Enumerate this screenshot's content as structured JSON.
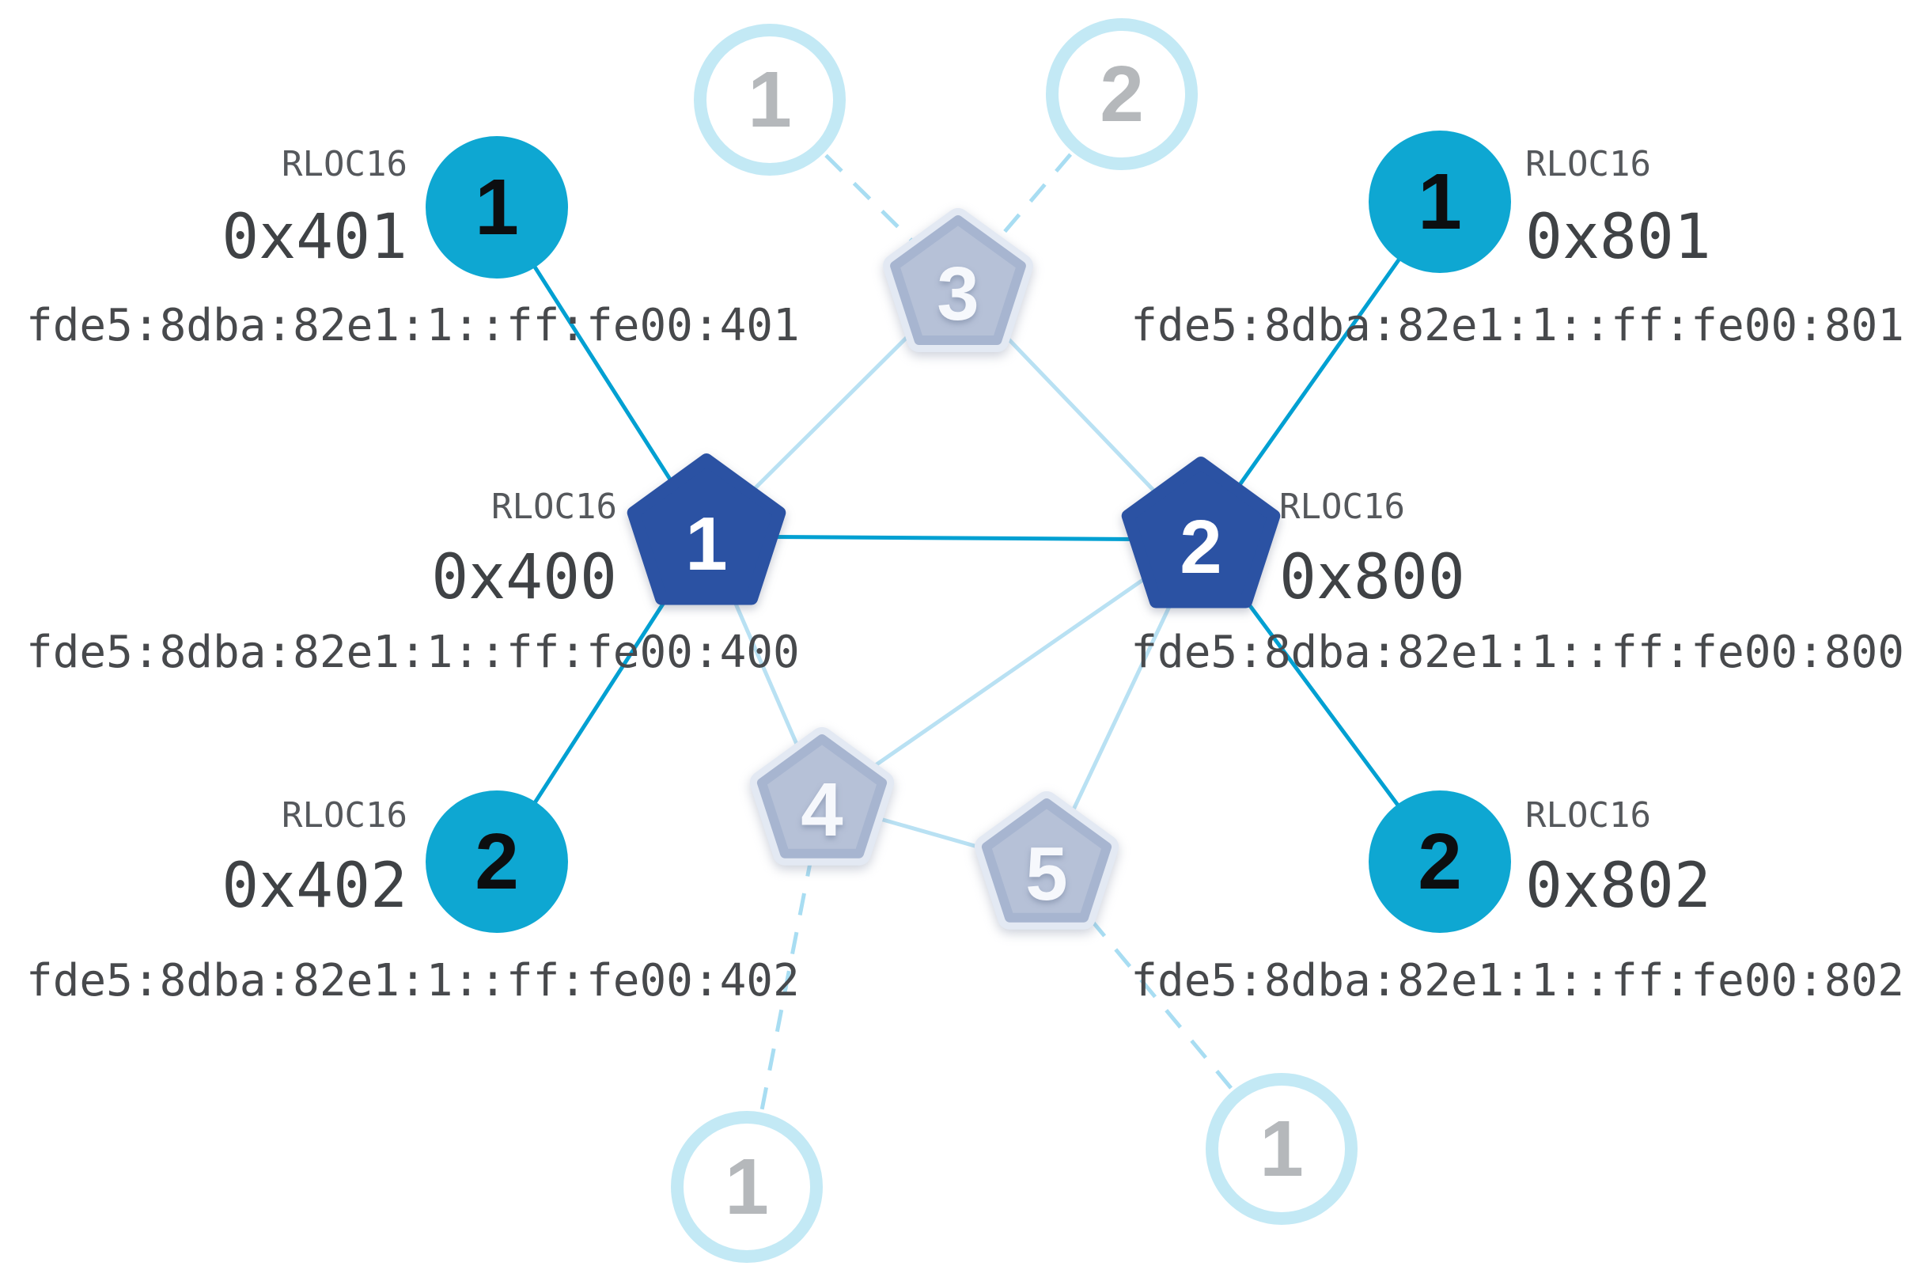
{
  "labels": {
    "rloc16": "RLOC16"
  },
  "colors": {
    "active_link": "#00a0d2",
    "mesh_link": "#b9e1f3",
    "faded_link": "#a8ddf2",
    "child_fill": "#0ea7d2",
    "router_fill": "#2b52a3",
    "faded_router_fill": "#b6c1d7",
    "faded_router_rim": "#e3e9f3",
    "faded_child_ring": "#c3e9f5",
    "text_dark": "#3f4245",
    "text_gray": "#55585c"
  },
  "nodes": {
    "router_1": {
      "badge": "1",
      "rloc16": "0x400",
      "ipv6": "fde5:8dba:82e1:1::ff:fe00:400"
    },
    "router_2": {
      "badge": "2",
      "rloc16": "0x800",
      "ipv6": "fde5:8dba:82e1:1::ff:fe00:800"
    },
    "router_3": {
      "badge": "3"
    },
    "router_4": {
      "badge": "4"
    },
    "router_5": {
      "badge": "5"
    },
    "child_1_of_router_1": {
      "badge": "1",
      "rloc16": "0x401",
      "ipv6": "fde5:8dba:82e1:1::ff:fe00:401"
    },
    "child_2_of_router_1": {
      "badge": "2",
      "rloc16": "0x402",
      "ipv6": "fde5:8dba:82e1:1::ff:fe00:402"
    },
    "child_1_of_router_2": {
      "badge": "1",
      "rloc16": "0x801",
      "ipv6": "fde5:8dba:82e1:1::ff:fe00:801"
    },
    "child_2_of_router_2": {
      "badge": "2",
      "rloc16": "0x802",
      "ipv6": "fde5:8dba:82e1:1::ff:fe00:802"
    },
    "faded_child_top_left": {
      "badge": "1"
    },
    "faded_child_top_right": {
      "badge": "2"
    },
    "faded_child_bottom_left": {
      "badge": "1"
    },
    "faded_child_bottom_right": {
      "badge": "1"
    }
  },
  "edges": [
    {
      "from": "child_1_of_router_1",
      "to": "router_1",
      "type": "active"
    },
    {
      "from": "child_2_of_router_1",
      "to": "router_1",
      "type": "active"
    },
    {
      "from": "router_1",
      "to": "router_2",
      "type": "active"
    },
    {
      "from": "child_1_of_router_2",
      "to": "router_2",
      "type": "active"
    },
    {
      "from": "child_2_of_router_2",
      "to": "router_2",
      "type": "active"
    },
    {
      "from": "router_1",
      "to": "router_3",
      "type": "mesh"
    },
    {
      "from": "router_2",
      "to": "router_3",
      "type": "mesh"
    },
    {
      "from": "router_1",
      "to": "router_4",
      "type": "mesh"
    },
    {
      "from": "router_2",
      "to": "router_4",
      "type": "mesh"
    },
    {
      "from": "router_4",
      "to": "router_5",
      "type": "mesh"
    },
    {
      "from": "router_2",
      "to": "router_5",
      "type": "mesh"
    },
    {
      "from": "faded_child_top_left",
      "to": "router_3",
      "type": "faded"
    },
    {
      "from": "faded_child_top_right",
      "to": "router_3",
      "type": "faded"
    },
    {
      "from": "faded_child_bottom_left",
      "to": "router_4",
      "type": "faded"
    },
    {
      "from": "faded_child_bottom_right",
      "to": "router_5",
      "type": "faded"
    }
  ]
}
